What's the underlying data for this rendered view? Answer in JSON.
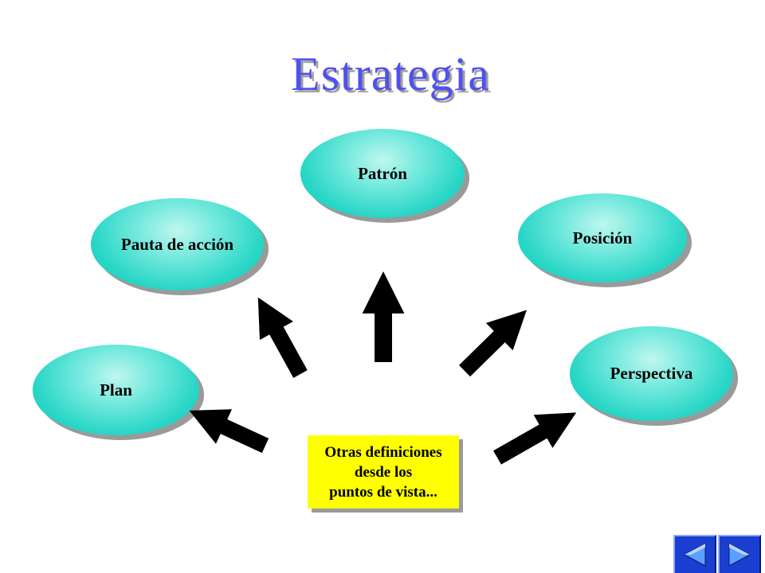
{
  "title": "Estrategia",
  "nodes": {
    "patron": "Patrón",
    "pauta": "Pauta de acción",
    "posicion": "Posición",
    "plan": "Plan",
    "perspectiva": "Perspectiva"
  },
  "center_note": {
    "line1": "Otras definiciones",
    "line2": "desde los",
    "line3": "puntos de vista..."
  },
  "colors": {
    "title": "#5050f0",
    "ellipse": "#27d6c6",
    "note": "#ffff00",
    "arrow": "#000000",
    "nav": "#1a3fd0"
  },
  "navigation": {
    "prev_icon": "triangle-left-icon",
    "next_icon": "triangle-right-icon"
  }
}
